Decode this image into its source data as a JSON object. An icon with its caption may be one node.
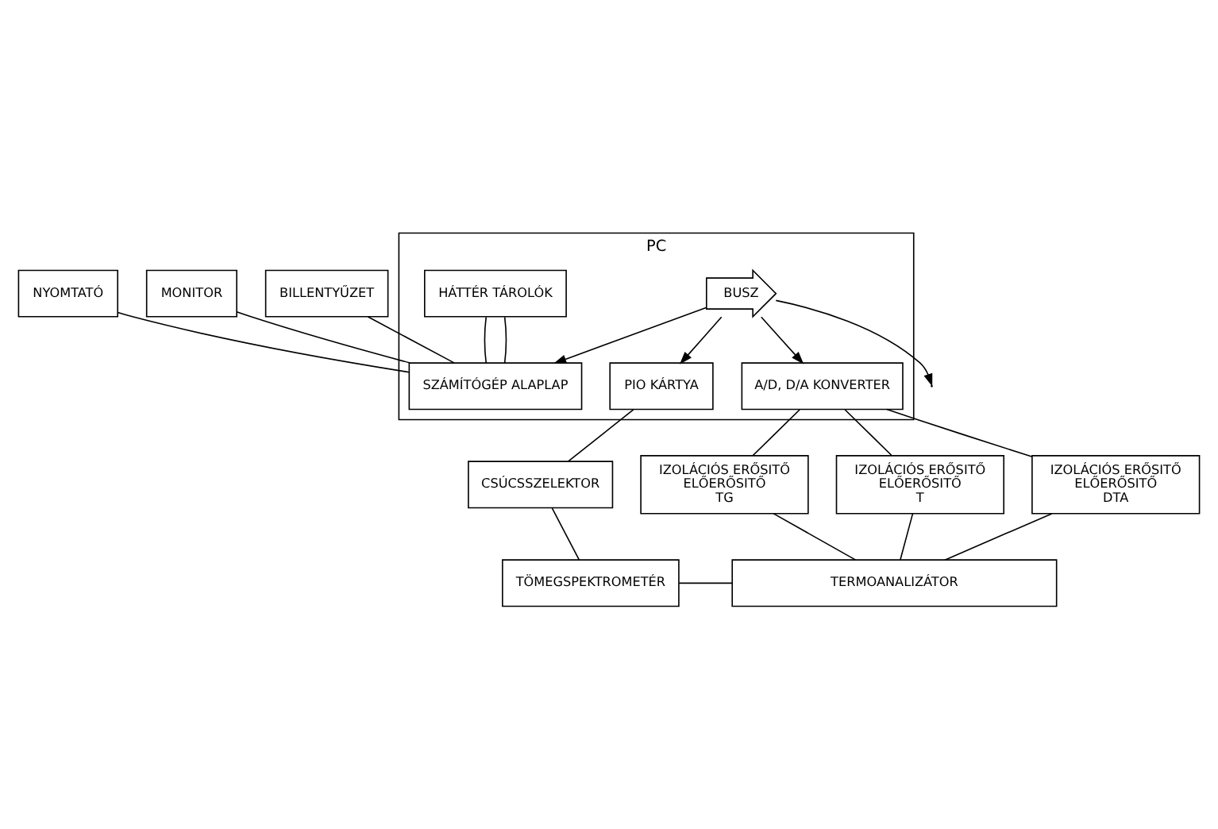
{
  "diagram": {
    "nodes": [
      {
        "text": [
          "PC"
        ]
      },
      {
        "text": [
          "NYOMTATÓ"
        ]
      },
      {
        "text": [
          "MONITOR"
        ]
      },
      {
        "text": [
          "BILLENTYŰZET"
        ]
      },
      {
        "text": [
          "HÁTTÉR TÁROLÓK"
        ],
        "in": 0
      },
      {
        "text": [
          "SZÁMÍTÓGÉP ALAPLAP"
        ],
        "in": 0
      },
      {
        "text": [
          "BUSZ"
        ],
        "in": 0
      },
      {
        "text": [
          "PIO KÁRTYA"
        ],
        "in": 0
      },
      {
        "text": [
          "A/D, D/A KONVERTER"
        ],
        "in": 0
      },
      {
        "text": [
          "CSÚCSSZELEKTOR"
        ]
      },
      {
        "text": [
          "IZOLÁCIÓS ERŐSITŐ",
          "ELŐERŐSITŐ",
          "TG"
        ]
      },
      {
        "text": [
          "IZOLÁCIÓS ERŐSITŐ",
          "ELŐERŐSITŐ",
          "T"
        ]
      },
      {
        "text": [
          "IZOLÁCIÓS ERŐSITŐ",
          "ELŐERŐSITŐ",
          "DTA"
        ]
      },
      {
        "text": [
          "TÖMEGSPEKTROMETÉR"
        ]
      },
      {
        "text": [
          "TERMOANALIZÁTOR"
        ]
      }
    ],
    "edges": [
      {
        "from": 1,
        "to": 5,
        "arrow": "none"
      },
      {
        "from": 2,
        "to": 5,
        "arrow": "none"
      },
      {
        "from": 3,
        "to": 5,
        "arrow": "none"
      },
      {
        "from": 4,
        "to": 5,
        "arrow": "none"
      },
      {
        "from": 4,
        "to": 5,
        "arrow": "none"
      },
      {
        "from": 6,
        "to": 5,
        "arrow": "to"
      },
      {
        "from": 6,
        "to": null,
        "arrow": "to"
      },
      {
        "from": 6,
        "to": 7,
        "arrow": "to"
      },
      {
        "from": 6,
        "to": 8,
        "arrow": "to"
      },
      {
        "from": 7,
        "to": 9,
        "arrow": "none"
      },
      {
        "from": 8,
        "to": 10,
        "arrow": "none"
      },
      {
        "from": 8,
        "to": 11,
        "arrow": "none"
      },
      {
        "from": 8,
        "to": 12,
        "arrow": "none"
      },
      {
        "from": 9,
        "to": 13,
        "arrow": "none"
      },
      {
        "from": 10,
        "to": 14,
        "arrow": "none"
      },
      {
        "from": 11,
        "to": 14,
        "arrow": "none"
      },
      {
        "from": 12,
        "to": 14,
        "arrow": "none"
      },
      {
        "from": 13,
        "to": 14,
        "arrow": "none"
      }
    ]
  }
}
